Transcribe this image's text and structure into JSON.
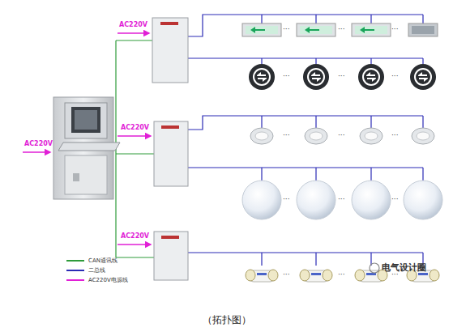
{
  "diagram": {
    "caption": "（拓扑图）",
    "labels": [
      "AC220V",
      "AC220V",
      "AC220V",
      "AC220V",
      "···",
      "···",
      "···",
      "···",
      "···",
      "···",
      "···",
      "···",
      "···",
      "···",
      "···",
      "···",
      "···",
      "···",
      "···",
      "电气设计圈"
    ],
    "legend": [
      {
        "text": "CAN通讯线",
        "color": "#2e9b3a"
      },
      {
        "text": "二总线",
        "color": "#2b2bb5"
      },
      {
        "text": "AC220V电源线",
        "color": "#e11fd6"
      }
    ]
  }
}
